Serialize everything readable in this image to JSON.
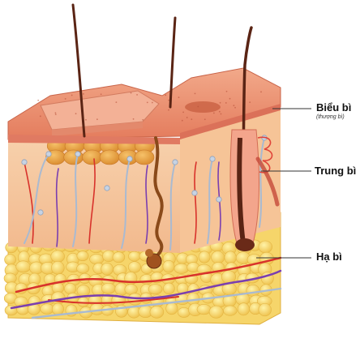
{
  "labels": {
    "epidermis": {
      "title": "Biểu bì",
      "subtitle": "(thượng bì)"
    },
    "dermis": {
      "title": "Trung bì"
    },
    "hypodermis": {
      "title": "Hạ bì"
    }
  },
  "colors": {
    "epidermis_top": "#e98a6b",
    "epidermis_layer": "#f0a989",
    "dermis": "#f7c9a2",
    "dermis_front": "#f5bf93",
    "fat": "#f6dc6a",
    "fat_outline": "#e9b93a",
    "artery": "#d8322b",
    "vein": "#7a3fb0",
    "nerve": "#9fb3cc",
    "hair": "#5a2414",
    "leader_line": "#333333"
  },
  "icons": [
    "hair-shaft",
    "hair-follicle",
    "sweat-gland",
    "blood-vessel",
    "nerve-fiber",
    "fat-lobule"
  ]
}
